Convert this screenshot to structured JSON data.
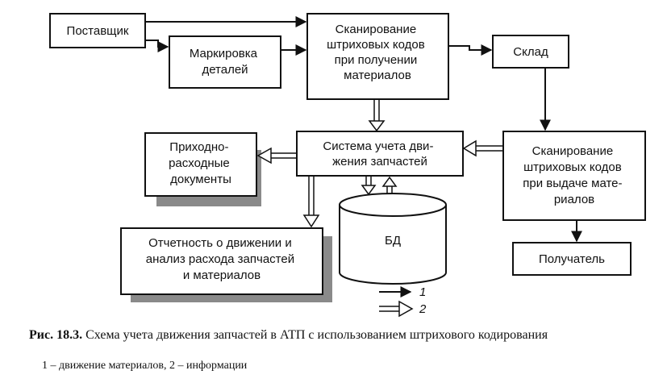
{
  "nodes": {
    "supplier": [
      "Поставщик"
    ],
    "marking": [
      "Маркировка",
      "деталей"
    ],
    "scan_receive": [
      "Сканирование",
      "штриховых кодов",
      "при получении",
      "материалов"
    ],
    "warehouse": [
      "Склад"
    ],
    "incoming_docs": [
      "Приходно-",
      "расходные",
      "документы"
    ],
    "accounting_system": [
      "Система учета дви-",
      "жения запчастей"
    ],
    "scan_issue": [
      "Сканирование",
      "штриховых кодов",
      "при выдаче мате-",
      "риалов"
    ],
    "database": [
      "БД"
    ],
    "report": [
      "Отчетность о движении и",
      "анализ расхода запчастей",
      "и материалов"
    ],
    "recipient": [
      "Получатель"
    ]
  },
  "legend": {
    "materials_num": "1",
    "info_num": "2"
  },
  "caption": {
    "label": "Рис. 18.3.",
    "text": "Схема учета движения запчастей в АТП с использованием штрихового кодирования"
  },
  "legend_note": "1 – движение материалов, 2 – информации"
}
